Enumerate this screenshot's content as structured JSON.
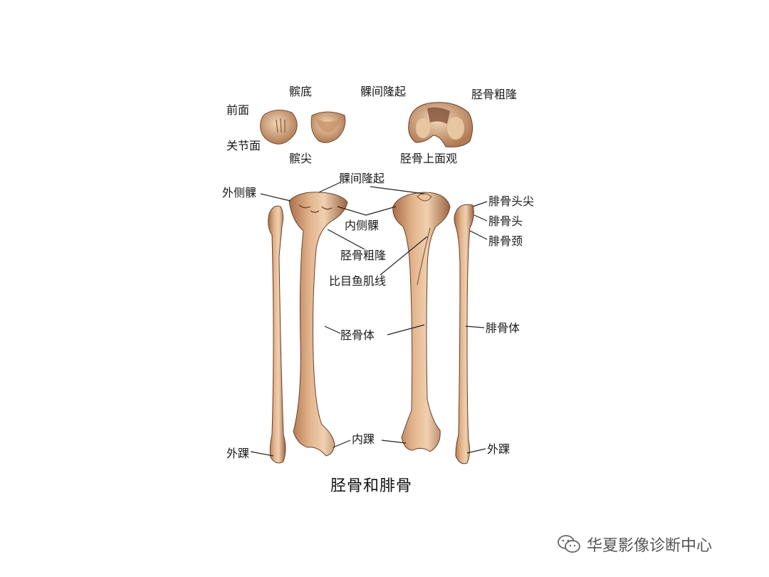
{
  "labels": {
    "qianmian": "前面",
    "bindi": "髌底",
    "kejian_top": "髁间隆起",
    "jinggu_culong_top": "胫骨粗隆",
    "guanjiemian": "关节面",
    "binjian": "髌尖",
    "jinggu_shangmianguan": "胫骨上面观",
    "kejian_mid": "髁间隆起",
    "waicike": "外侧髁",
    "neicike": "内侧髁",
    "jinggu_culong_mid": "胫骨粗隆",
    "bimu_yujixian": "比目鱼肌线",
    "jinggu_ti": "胫骨体",
    "feigu_toujian": "腓骨头尖",
    "feigu_tou": "腓骨头",
    "feigu_jing": "腓骨颈",
    "feigu_ti": "腓骨体",
    "waihuai_left": "外踝",
    "neihuai": "内踝",
    "waihuai_right": "外踝"
  },
  "caption": "胫骨和腓骨",
  "watermark": {
    "text": "华夏影像诊断中心",
    "icon": "wechat-icon"
  },
  "colors": {
    "bone": "#d9a77e",
    "bone_shadow": "#a86e4a",
    "bone_light": "#efd0b0",
    "line": "#222222"
  }
}
